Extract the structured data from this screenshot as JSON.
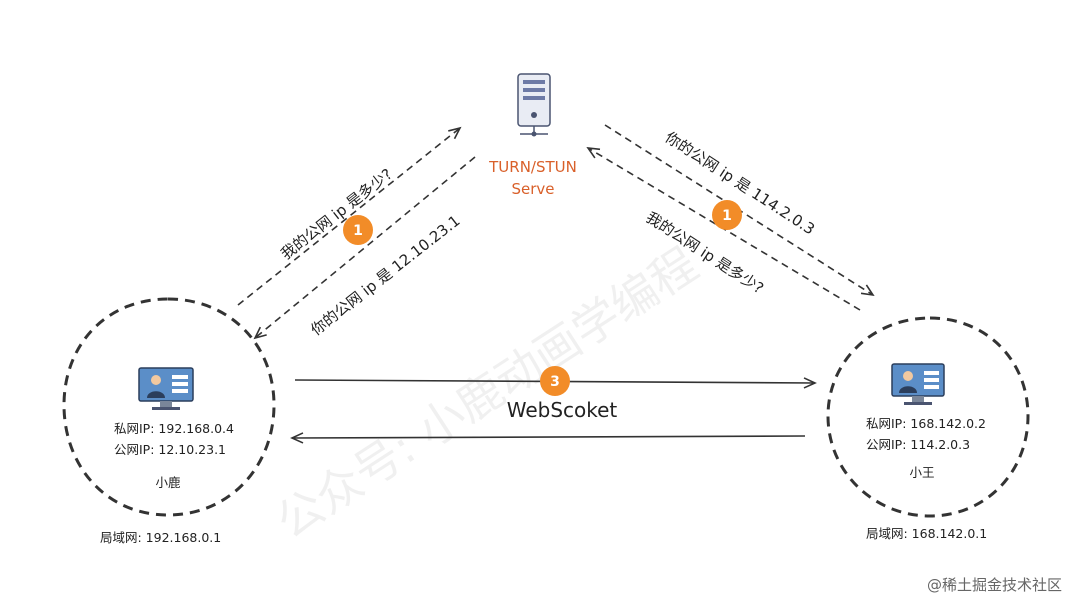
{
  "server": {
    "label_line1": "TURN/STUN",
    "label_line2": "Serve",
    "icon": "server-icon"
  },
  "left_host": {
    "private_ip": "私网IP: 192.168.0.4",
    "public_ip": "公网IP: 12.10.23.1",
    "name": "小鹿",
    "lan": "局域网: 192.168.0.1",
    "icon": "computer-user-icon"
  },
  "right_host": {
    "private_ip": "私网IP: 168.142.0.2",
    "public_ip": "公网IP: 114.2.0.3",
    "name": "小王",
    "lan": "局域网: 168.142.0.1",
    "icon": "computer-user-icon"
  },
  "left_arrows": {
    "request": "我的公网 ip 是多少?",
    "response": "你的公网 ip 是 12.10.23.1",
    "step": "1"
  },
  "right_arrows": {
    "response": "你的公网 ip 是 114.2.0.3",
    "request": "我的公网 ip 是多少?",
    "step": "1"
  },
  "websocket": {
    "label": "WebScoket",
    "step": "3"
  },
  "watermark": "公众号: 小鹿动画学编程",
  "credit": "@稀土掘金技术社区",
  "colors": {
    "badge": "#f28c28",
    "server_label": "#d9602a",
    "line": "#333333"
  }
}
